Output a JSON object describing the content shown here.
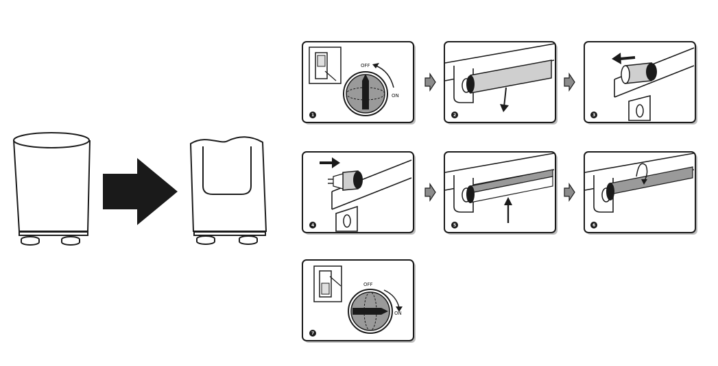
{
  "switch_labels": {
    "off": "OFF",
    "on": "ON"
  },
  "steps": [
    {
      "number": "1"
    },
    {
      "number": "2"
    },
    {
      "number": "3"
    },
    {
      "number": "4"
    },
    {
      "number": "5"
    },
    {
      "number": "6"
    },
    {
      "number": "7"
    }
  ],
  "colors": {
    "ink": "#1a1a1a",
    "frame_shadow": "#bdbdbd",
    "knob_grey": "#9a9a9a",
    "tube_grey": "#cfcfcf",
    "arrow_grey": "#8c8c8c"
  },
  "icons": [
    "starter-new-icon",
    "replace-arrow-icon",
    "starter-old-icon",
    "wall-switch-icon",
    "rotary-switch-icon",
    "flow-arrow-icon"
  ]
}
